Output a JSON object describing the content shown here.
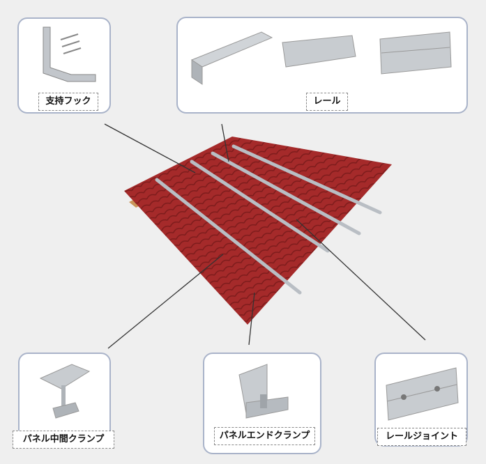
{
  "labels": {
    "support_hook": "支持フック",
    "rail": "レール",
    "panel_mid_clamp": "パネル中間クランプ",
    "panel_end_clamp": "パネルエンドクランプ",
    "rail_joint": "レールジョイント"
  },
  "colors": {
    "roof": "#a52a2a",
    "metal": "#b9bec4",
    "border": "#a9b3c9"
  }
}
